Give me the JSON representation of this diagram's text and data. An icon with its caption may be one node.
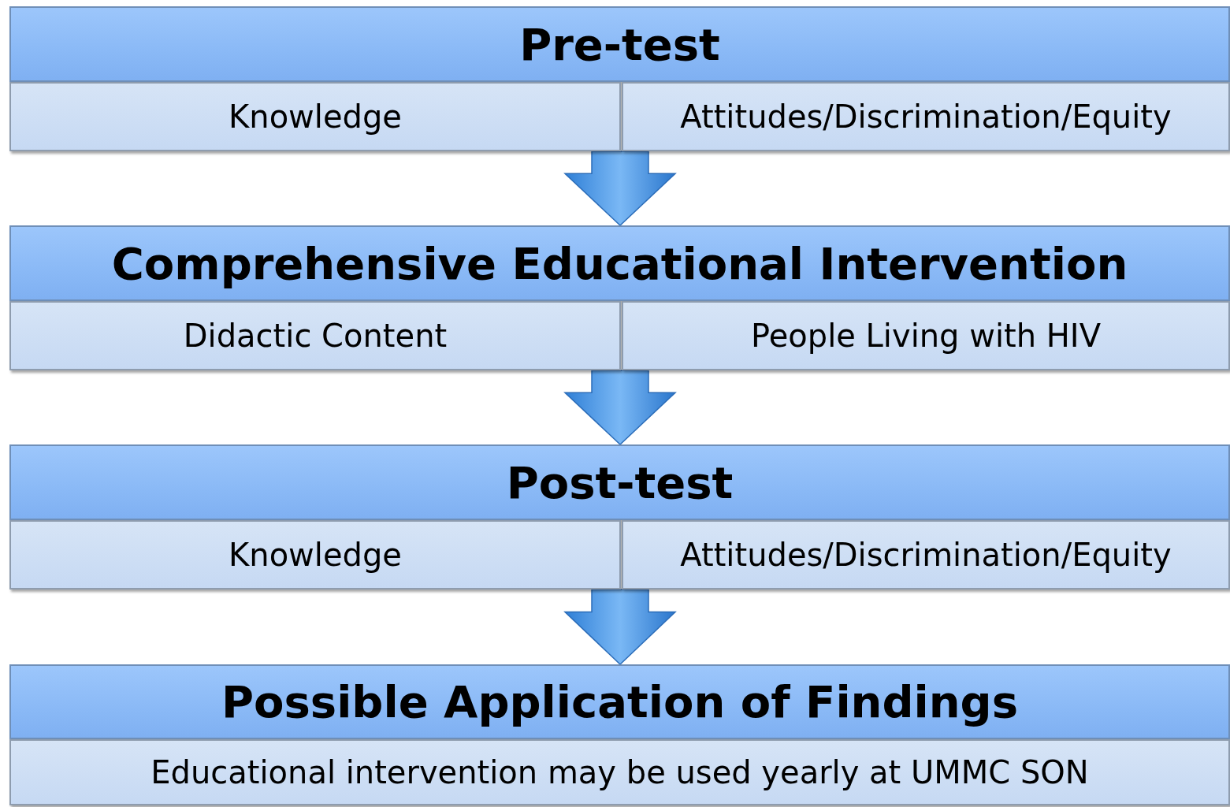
{
  "diagram": {
    "nodes": [
      {
        "text": [
          "Pre-test"
        ]
      },
      {
        "text": [
          "Knowledge"
        ]
      },
      {
        "text": [
          "Attitudes/Discrimination/Equity"
        ]
      },
      {
        "text": [
          "Comprehensive Educational Intervention"
        ]
      },
      {
        "text": [
          "Didactic Content"
        ]
      },
      {
        "text": [
          "People Living with HIV"
        ]
      },
      {
        "text": [
          "Post-test"
        ]
      },
      {
        "text": [
          "Knowledge"
        ]
      },
      {
        "text": [
          "Attitudes/Discrimination/Equity"
        ]
      },
      {
        "text": [
          "Possible Application of Findings"
        ]
      },
      {
        "text": [
          "Educational intervention may be used yearly at UMMC SON"
        ]
      }
    ],
    "edges": [
      {
        "from": 1,
        "to": 3,
        "arrow": "to"
      },
      {
        "from": 2,
        "to": 3,
        "arrow": "to"
      },
      {
        "from": 4,
        "to": 6,
        "arrow": "to"
      },
      {
        "from": 5,
        "to": 6,
        "arrow": "to"
      },
      {
        "from": 7,
        "to": 9,
        "arrow": "to"
      },
      {
        "from": 8,
        "to": 9,
        "arrow": "to"
      }
    ]
  }
}
